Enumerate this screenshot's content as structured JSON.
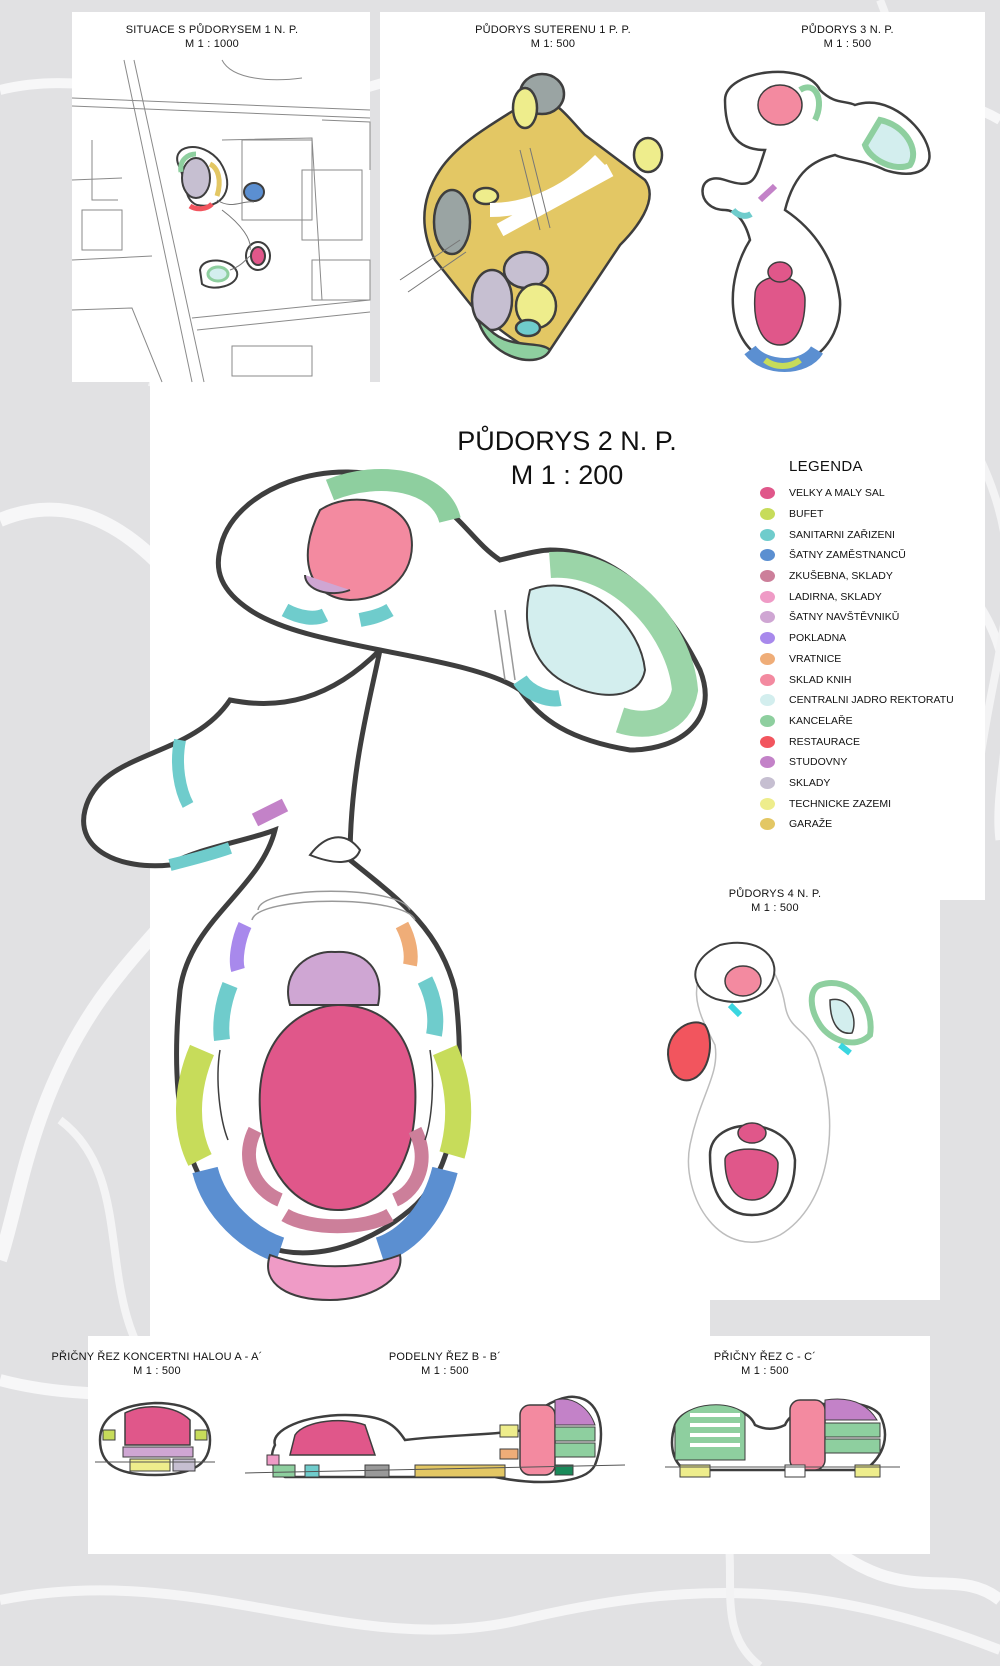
{
  "panels": {
    "situace": {
      "title": "SITUACE S PŮDORYSEM 1 N. P.",
      "scale": "M  1 : 1000"
    },
    "suteren": {
      "title": "PŮDORYS SUTERENU 1 P. P.",
      "scale": "M  1: 500"
    },
    "np3": {
      "title": "PŮDORYS 3 N. P.",
      "scale": "M  1 : 500"
    },
    "np2": {
      "title": "PŮDORYS 2 N. P.",
      "scale": "M  1 : 200"
    },
    "np4": {
      "title": "PŮDORYS 4 N. P.",
      "scale": "M  1 : 500"
    },
    "rezA": {
      "title": "PŘIČNY ŘEZ KONCERTNI HALOU A - A´",
      "scale": "M  1 : 500"
    },
    "rezB": {
      "title": "PODELNY ŘEZ B - B´",
      "scale": "M  1 : 500"
    },
    "rezC": {
      "title": "PŘIČNY ŘEZ C - C´",
      "scale": "M  1 : 500"
    }
  },
  "legend": {
    "title": "LEGENDA",
    "items": [
      {
        "label": "VELKY A MALY SAL",
        "color": "#e0578a"
      },
      {
        "label": "BUFET",
        "color": "#c7dc5a"
      },
      {
        "label": "SANITARNI ZAŘIZENI",
        "color": "#6fcccc"
      },
      {
        "label": "ŠATNY ZAMĚSTNANCŬ",
        "color": "#5b8fd1"
      },
      {
        "label": "ZKUŠEBNA, SKLADY",
        "color": "#cc7f9a"
      },
      {
        "label": "LADIRNA, SKLADY",
        "color": "#ef9bc6"
      },
      {
        "label": "ŠATNY NAVŠTĚVNIKŬ",
        "color": "#cfa6d3"
      },
      {
        "label": "POKLADNA",
        "color": "#a889ec"
      },
      {
        "label": "VRATNICE",
        "color": "#efad78"
      },
      {
        "label": "SKLAD KNIH",
        "color": "#f38aa0"
      },
      {
        "label": "CENTRALNI JADRO REKTORATU",
        "color": "#d3eeee"
      },
      {
        "label": "KANCELAŘE",
        "color": "#8ecf9f"
      },
      {
        "label": "RESTAURACE",
        "color": "#f2555e"
      },
      {
        "label": "STUDOVNY",
        "color": "#c382c8"
      },
      {
        "label": "SKLADY",
        "color": "#c6bfd1"
      },
      {
        "label": "TECHNICKE ZAZEMI",
        "color": "#eeed8c"
      },
      {
        "label": "GARAŽE",
        "color": "#e3c764"
      }
    ]
  },
  "colors": {
    "outline": "#3e3e3e",
    "background": "#e3e3e5",
    "stroke_light": "#9a9a9a"
  }
}
